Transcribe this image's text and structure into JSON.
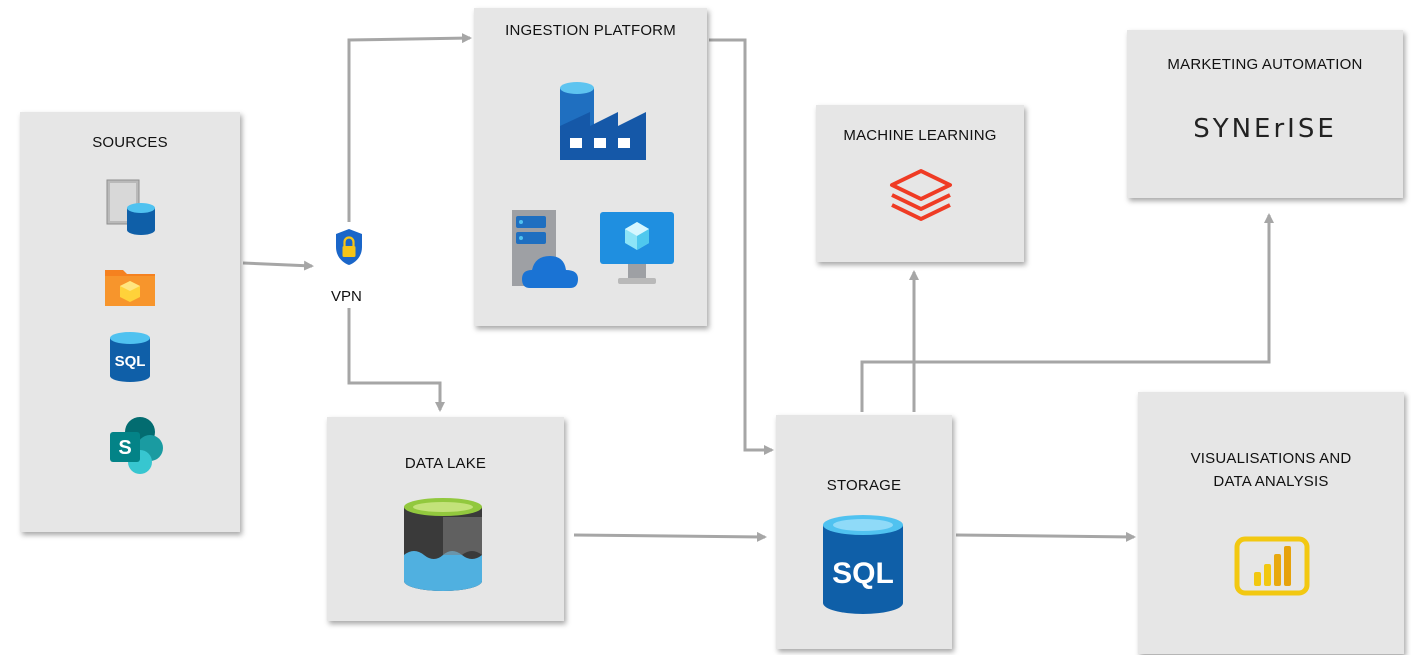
{
  "nodes": {
    "sources": {
      "title": "SOURCES"
    },
    "vpn": {
      "label": "VPN"
    },
    "ingestion": {
      "title": "INGESTION PLATFORM"
    },
    "data_lake": {
      "title": "DATA LAKE"
    },
    "storage": {
      "title": "STORAGE",
      "sql_text": "SQL"
    },
    "machine_learning": {
      "title": "MACHINE LEARNING"
    },
    "marketing": {
      "title": "MARKETING AUTOMATION",
      "brand": "SYNErISE"
    },
    "visualisations": {
      "title_line1": "VISUALISATIONS AND",
      "title_line2": "DATA ANALYSIS"
    }
  },
  "source_icons": {
    "db_server_icon": "database-server-icon",
    "folder_icon": "folder-package-icon",
    "sql_icon_text": "SQL",
    "sharepoint_icon_text": "S"
  },
  "ingestion_icons": [
    "data-factory-icon",
    "cloud-server-icon",
    "virtual-machine-icon"
  ],
  "colors": {
    "box_bg": "#e6e6e6",
    "arrow": "#a6a6a6",
    "azure_blue": "#0f6cbd",
    "databricks_red": "#ef3b24",
    "powerbi_yellow": "#f2c811"
  },
  "edges": [
    {
      "from": "sources",
      "to": "vpn"
    },
    {
      "from": "vpn",
      "to": "ingestion"
    },
    {
      "from": "vpn",
      "to": "data_lake"
    },
    {
      "from": "ingestion",
      "to": "storage"
    },
    {
      "from": "data_lake",
      "to": "storage"
    },
    {
      "from": "storage",
      "to": "machine_learning"
    },
    {
      "from": "storage",
      "to": "marketing"
    },
    {
      "from": "storage",
      "to": "visualisations"
    }
  ]
}
